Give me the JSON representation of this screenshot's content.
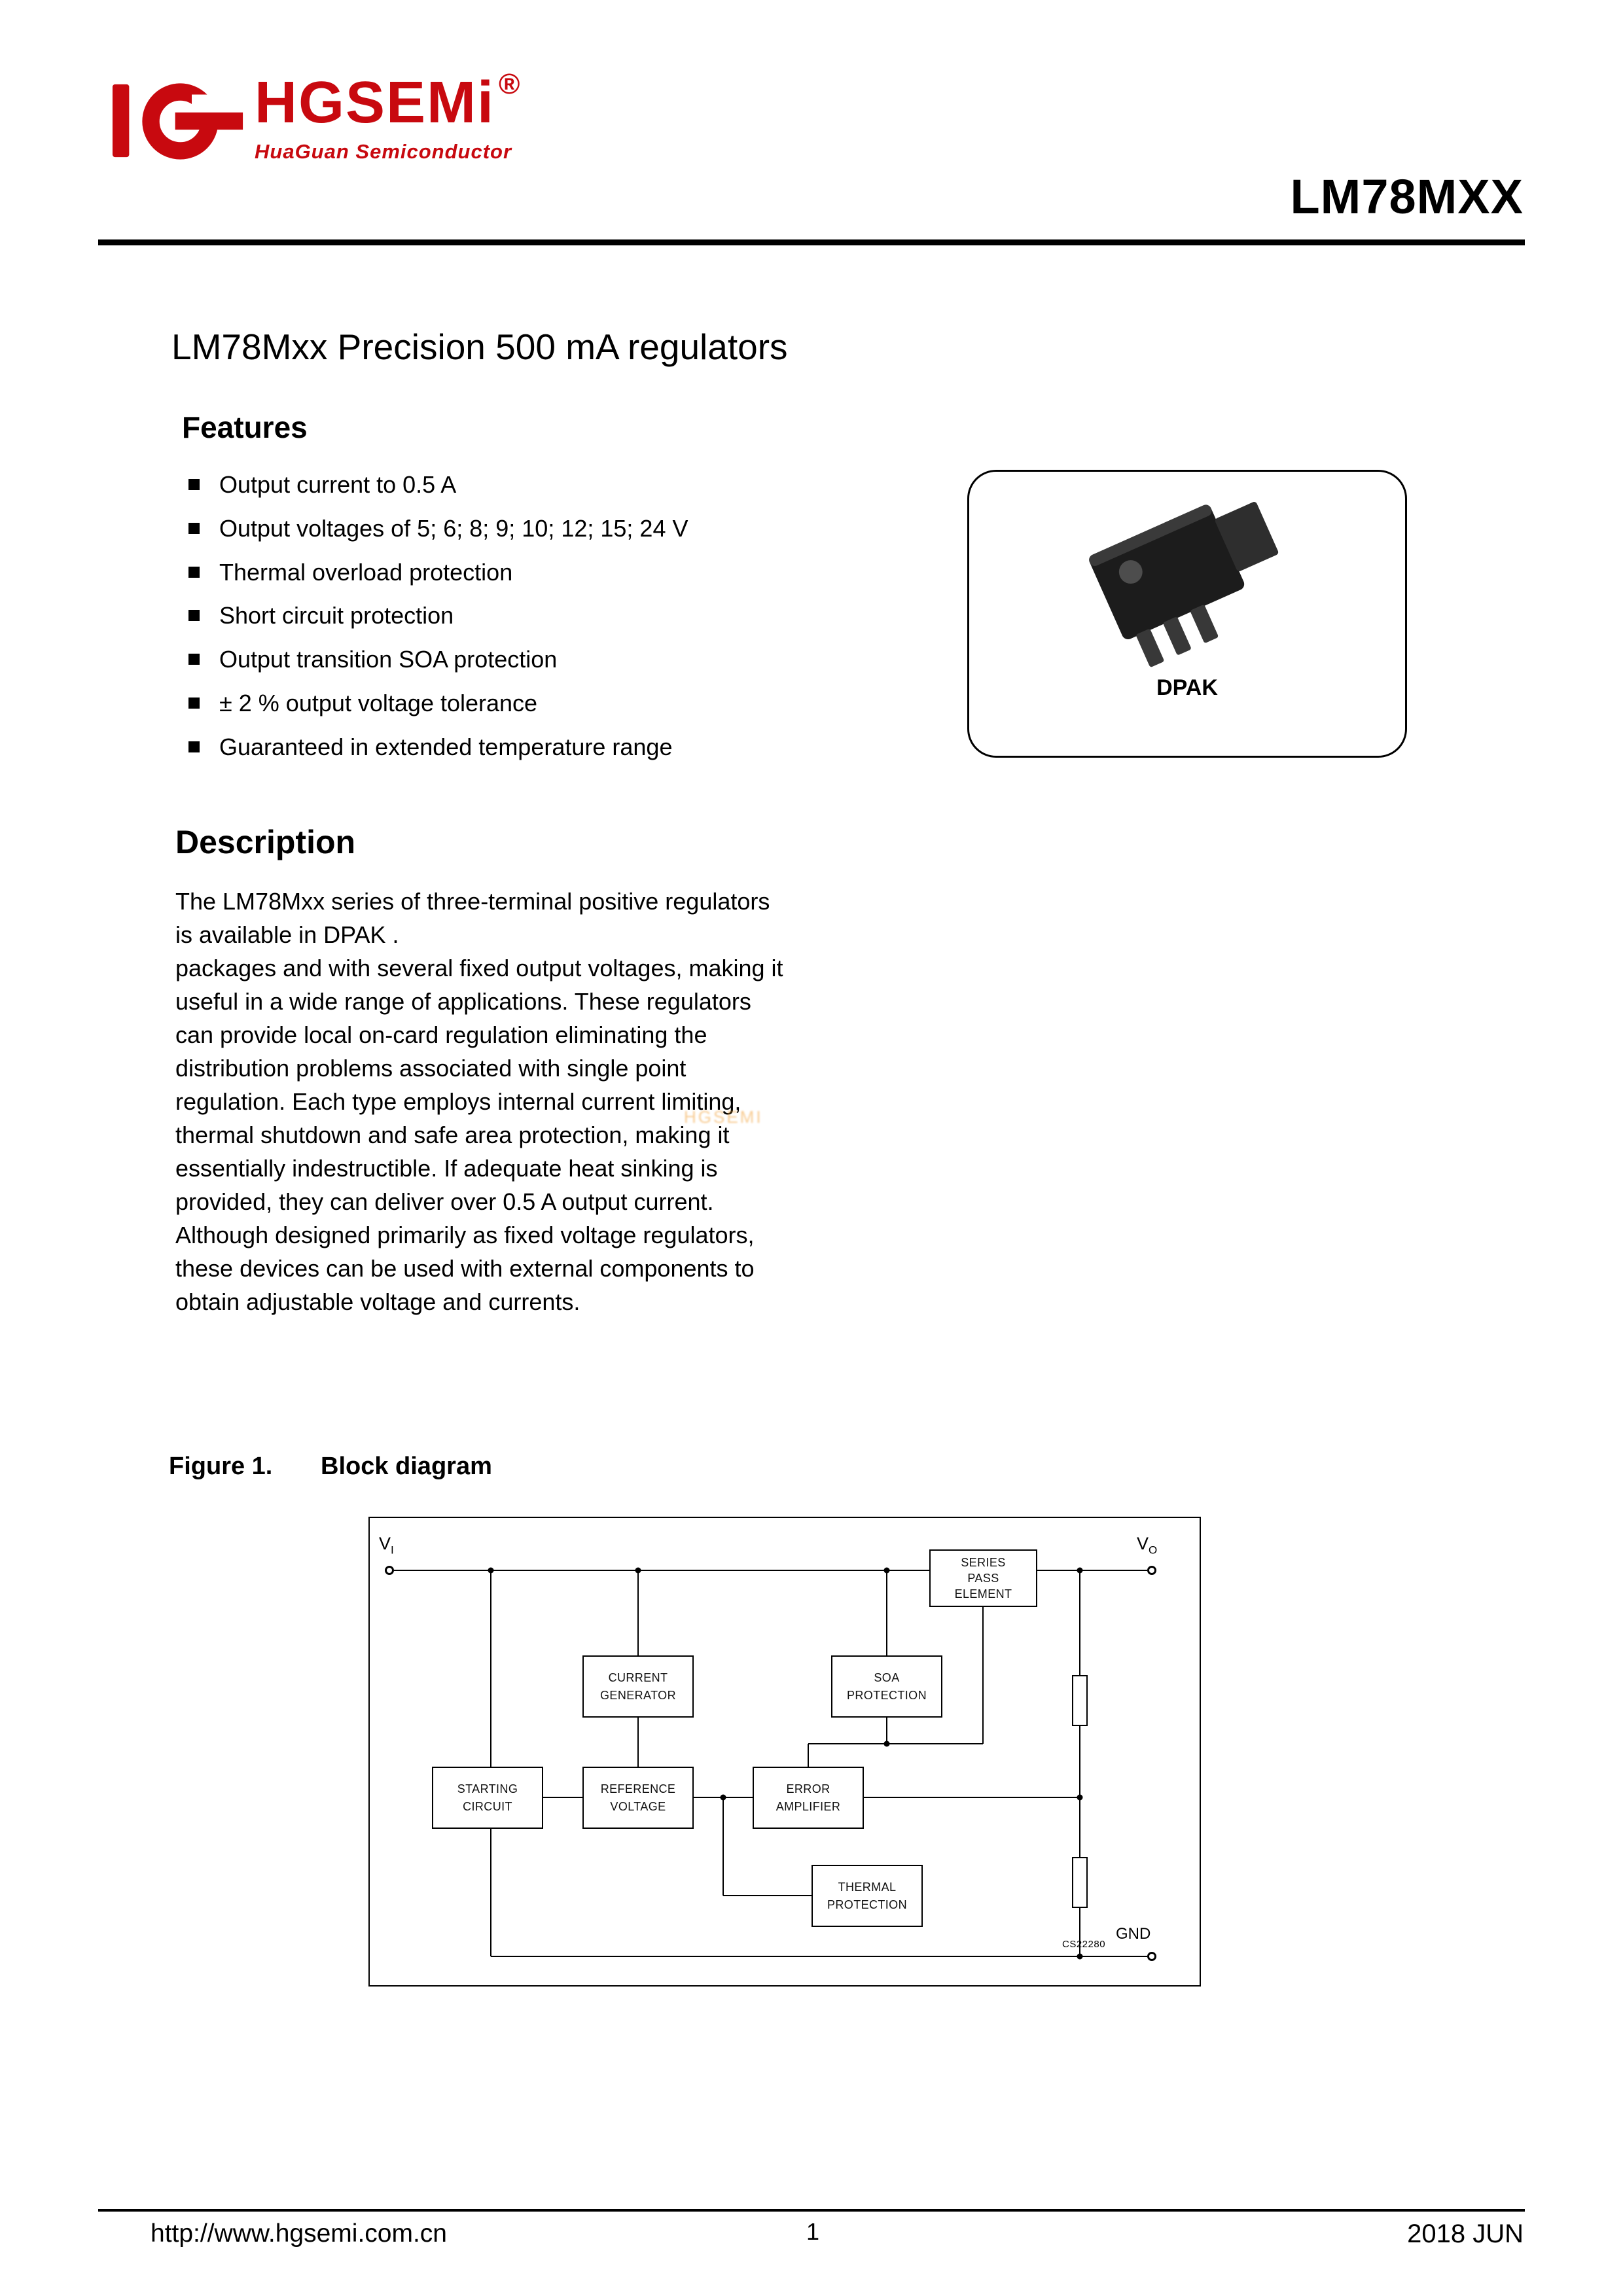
{
  "header": {
    "brand": "HGSEMi",
    "registered_mark": "®",
    "brand_subtitle": "HuaGuan Semiconductor",
    "part_number": "LM78MXX"
  },
  "title": "LM78Mxx Precision 500 mA regulators",
  "features": {
    "heading": "Features",
    "items": [
      "Output current to 0.5 A",
      "Output voltages of 5; 6; 8; 9; 10; 12; 15; 24 V",
      "Thermal overload protection",
      "Short circuit protection",
      "Output transition SOA protection",
      "± 2 % output voltage tolerance",
      "Guaranteed in extended temperature range"
    ]
  },
  "package_box": {
    "label": "DPAK"
  },
  "description": {
    "heading": "Description",
    "paragraphs": [
      "The LM78Mxx  series of three-terminal positive regulators is available in DPAK .",
      "packages and with several fixed output voltages, making it useful in a wide range of applications. These regulators can provide local on-card regulation eliminating the distribution problems associated with single point regulation. Each type employs internal current limiting, thermal shutdown and safe area protection, making it essentially indestructible. If adequate heat sinking is provided, they can deliver over 0.5 A output current. Although designed primarily as fixed voltage regulators, these devices can be used with external components to obtain adjustable voltage and currents."
    ]
  },
  "watermark": "HGSEMI",
  "figure": {
    "label": "Figure 1.",
    "caption": "Block diagram",
    "terminals": {
      "vin_main": "V",
      "vin_sub": "I",
      "vout_main": "V",
      "vout_sub": "O",
      "gnd": "GND"
    },
    "code": "CS22280",
    "blocks": [
      {
        "lines": [
          "SERIES",
          "PASS",
          "ELEMENT"
        ]
      },
      {
        "lines": [
          "CURRENT",
          "GENERATOR"
        ]
      },
      {
        "lines": [
          "SOA",
          "PROTECTION"
        ]
      },
      {
        "lines": [
          "STARTING",
          "CIRCUIT"
        ]
      },
      {
        "lines": [
          "REFERENCE",
          "VOLTAGE"
        ]
      },
      {
        "lines": [
          "ERROR",
          "AMPLIFIER"
        ]
      },
      {
        "lines": [
          "THERMAL",
          "PROTECTION"
        ]
      }
    ]
  },
  "footer": {
    "url": "http://www.hgsemi.com.cn",
    "page_number": "1",
    "date": "2018 JUN"
  }
}
